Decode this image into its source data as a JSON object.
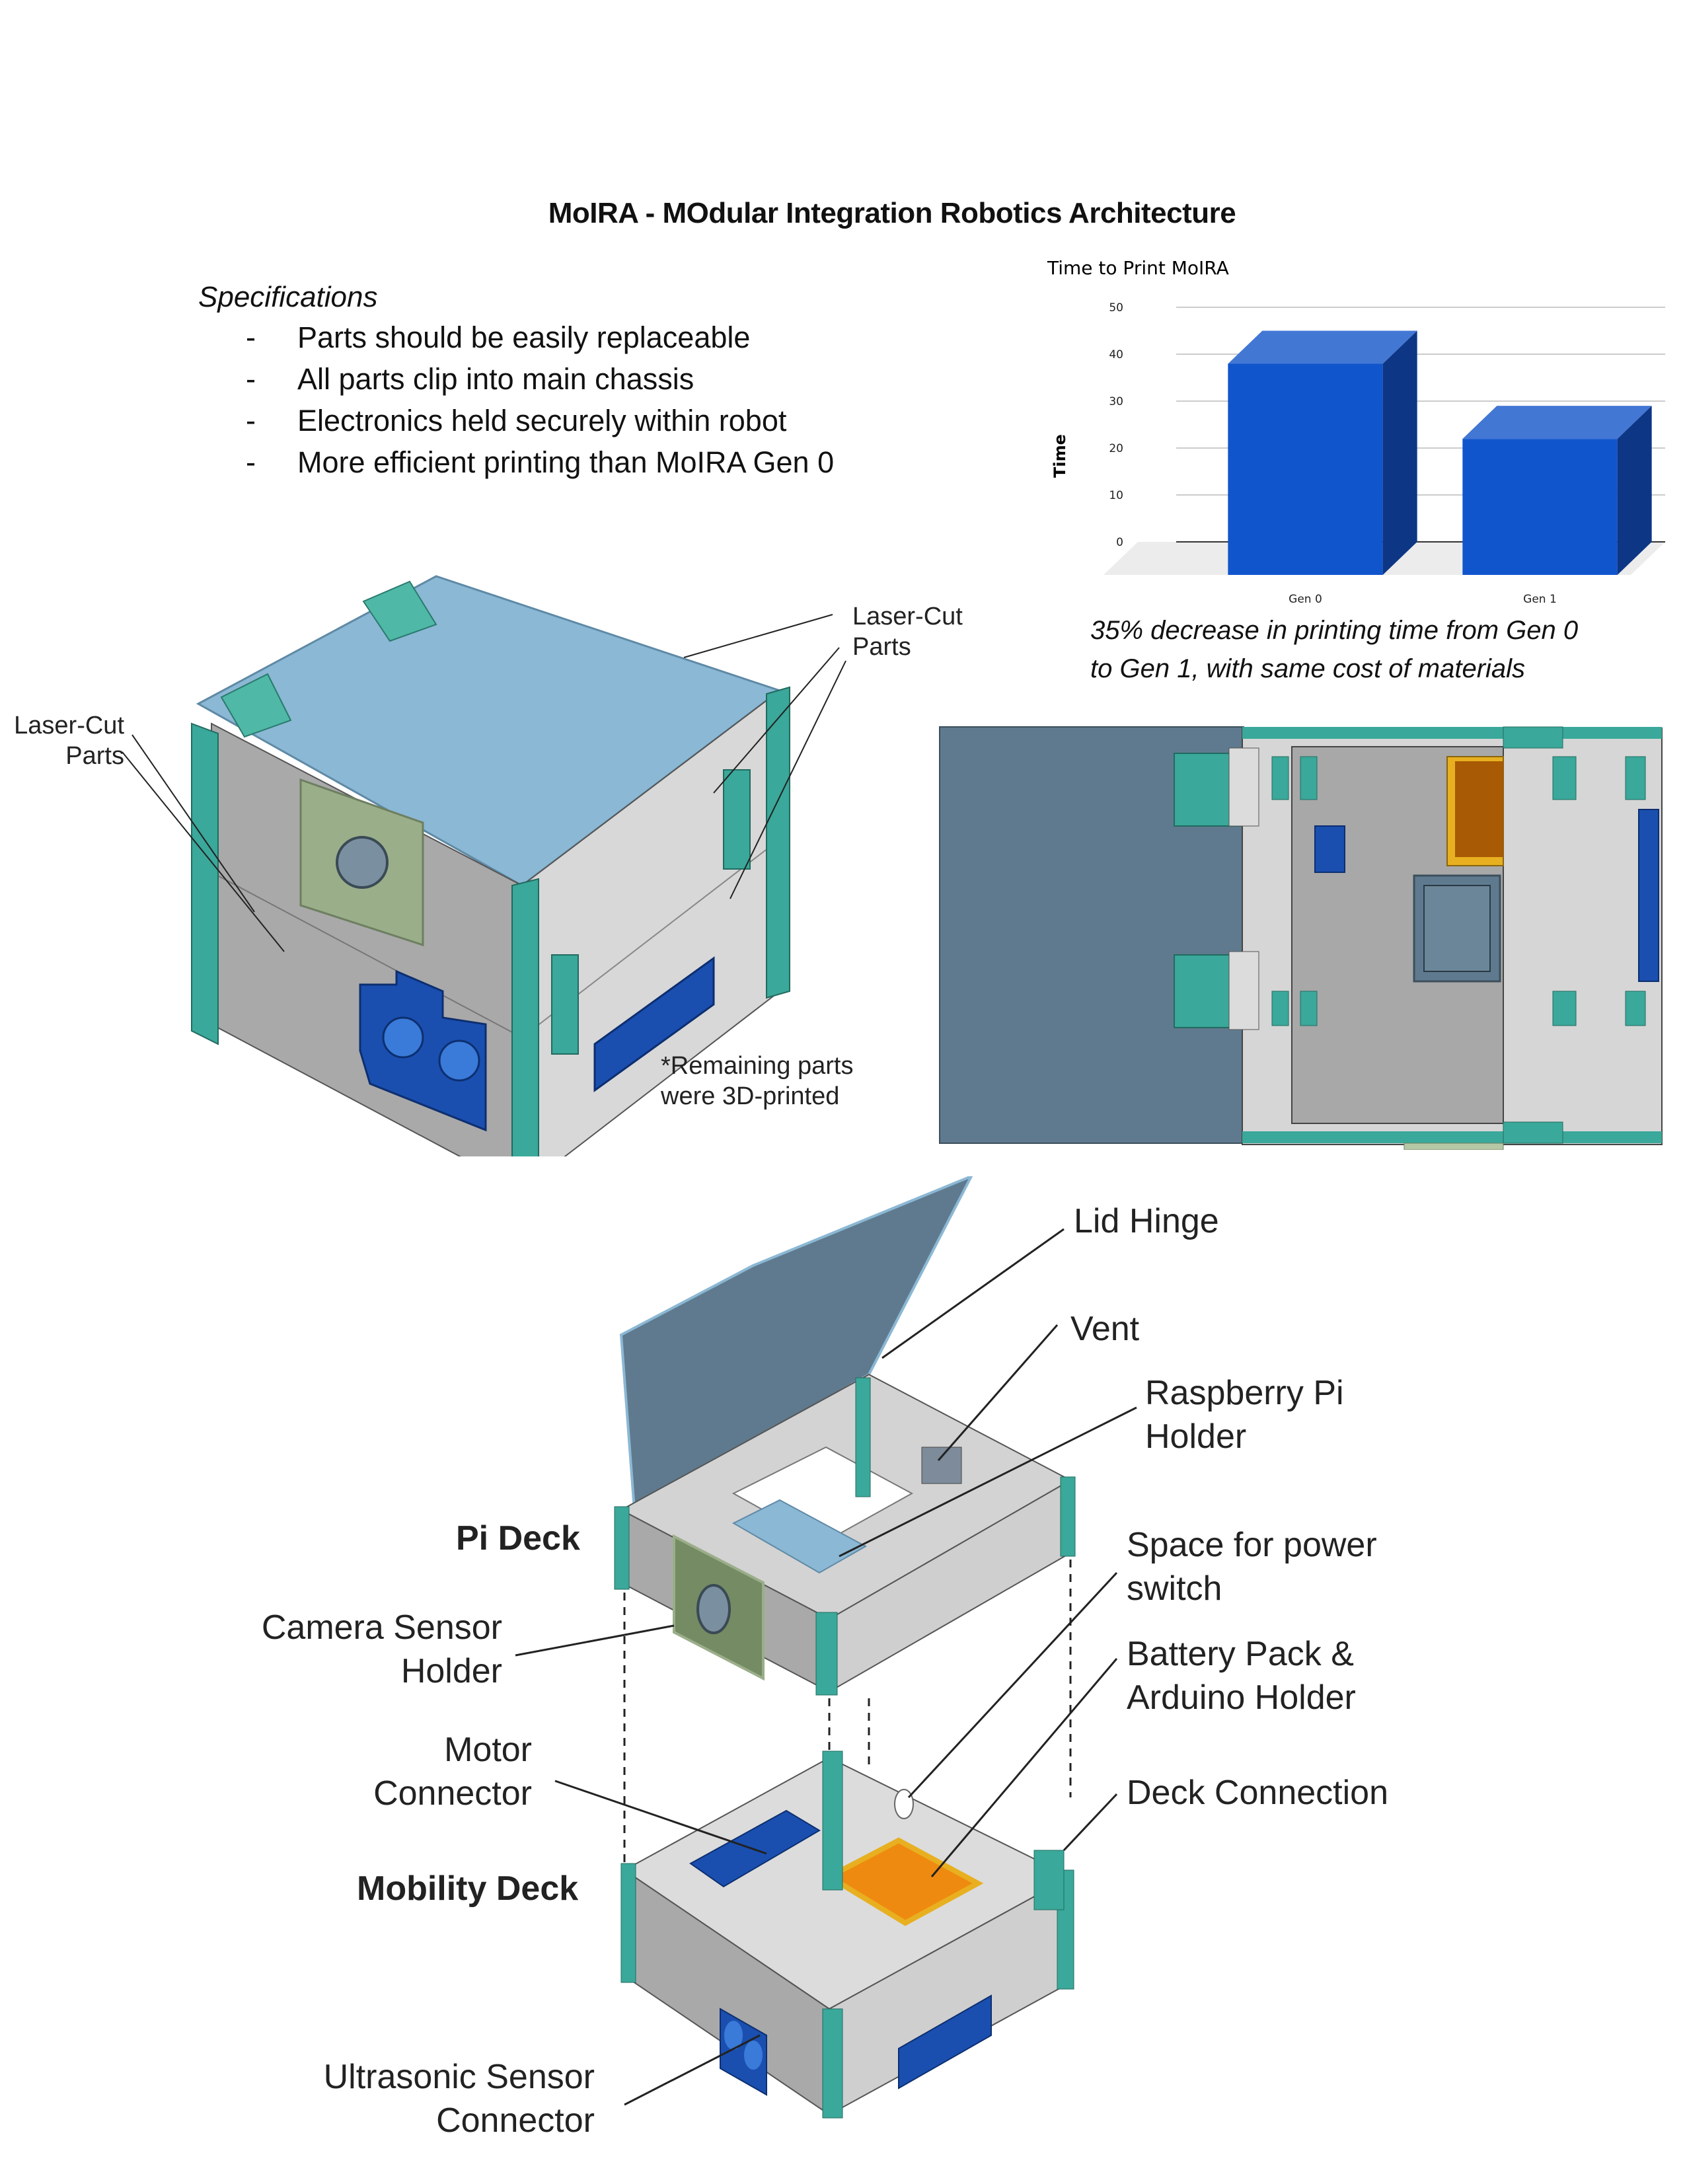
{
  "title": "MoIRA - MOdular Integration Robotics Architecture",
  "specifications": {
    "heading": "Specifications",
    "bullet": "-",
    "items": [
      "Parts should be easily replaceable",
      "All parts clip into main chassis",
      "Electronics held securely within robot",
      "More efficient printing than MoIRA Gen 0"
    ]
  },
  "chart_data": {
    "type": "bar",
    "style": "3d",
    "title": "Time to Print MoIRA",
    "xlabel": "",
    "ylabel": "Time",
    "categories": [
      "Gen 0",
      "Gen 1"
    ],
    "values": [
      45,
      29
    ],
    "ylim": [
      0,
      50
    ],
    "yticks": [
      0,
      10,
      20,
      30,
      40,
      50
    ],
    "grid": true,
    "legend": "none",
    "colors": {
      "front": "#1155cc",
      "top": "#4277d4",
      "side": "#0d3685",
      "floor": "#ececec"
    }
  },
  "chart_caption": {
    "line1": "35% decrease in printing time from Gen 0",
    "line2": "to Gen 1, with same cost of materials"
  },
  "figure1": {
    "label_left": [
      "Laser-Cut",
      "Parts"
    ],
    "label_right": [
      "Laser-Cut",
      "Parts"
    ],
    "note": [
      "*Remaining parts",
      "were 3D-printed"
    ]
  },
  "figure3": {
    "labels": {
      "lid_hinge": "Lid Hinge",
      "vent": "Vent",
      "raspberry_pi_holder": [
        "Raspberry Pi",
        "Holder"
      ],
      "pi_deck": "Pi Deck",
      "space_power_switch": [
        "Space for power",
        "switch"
      ],
      "camera_sensor_holder": [
        "Camera Sensor",
        "Holder"
      ],
      "battery_pack": [
        "Battery Pack &",
        "Arduino Holder"
      ],
      "motor_connector": [
        "Motor",
        "Connector"
      ],
      "deck_connection": "Deck Connection",
      "mobility_deck": "Mobility Deck",
      "ultrasonic_sensor": [
        "Ultrasonic Sensor",
        "Connector"
      ]
    }
  },
  "colors": {
    "lid": "#8bb8d4",
    "lid_dark": "#5f7a8e",
    "teal": "#3aa89a",
    "gray_panel": "#bdbdbd",
    "camera_green": "#9aae8a",
    "blue_part": "#1a4fb0",
    "orange": "#ef8a10",
    "yellow": "#e8b020"
  }
}
